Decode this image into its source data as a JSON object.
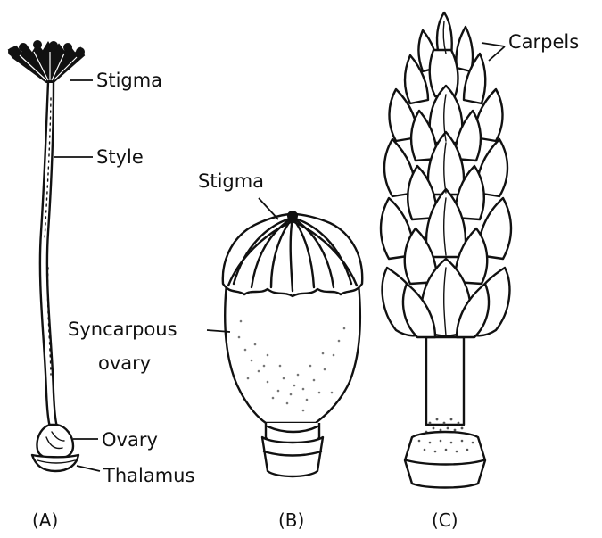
{
  "labels": {
    "a_stigma": "Stigma",
    "a_style": "Style",
    "a_ovary": "Ovary",
    "a_thalamus": "Thalamus",
    "b_stigma": "Stigma",
    "b_syncarpous_line1": "Syncarpous",
    "b_syncarpous_line2": "ovary",
    "c_carpels": "Carpels"
  },
  "captions": {
    "a": "(A)",
    "b": "(B)",
    "c": "(C)"
  }
}
